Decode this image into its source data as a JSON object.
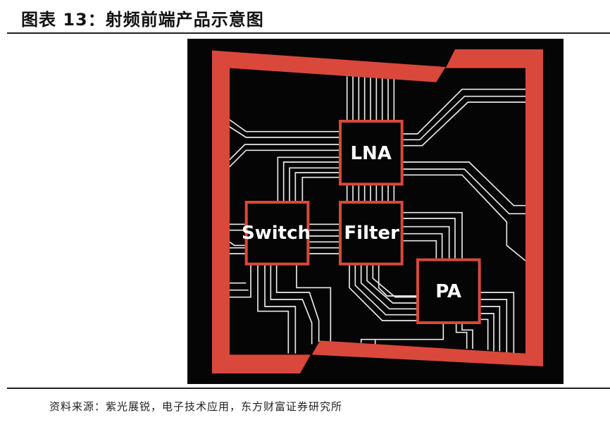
{
  "title": "图表 13：射频前端产品示意图",
  "figure": {
    "blocks": {
      "lna": "LNA",
      "switch": "Switch",
      "filter": "Filter",
      "pa": "PA"
    },
    "colors": {
      "frame": "#d9483b",
      "background": "#050505",
      "trace": "#e8e8e8"
    }
  },
  "source": "资料来源：紫光展锐，电子技术应用，东方财富证券研究所"
}
